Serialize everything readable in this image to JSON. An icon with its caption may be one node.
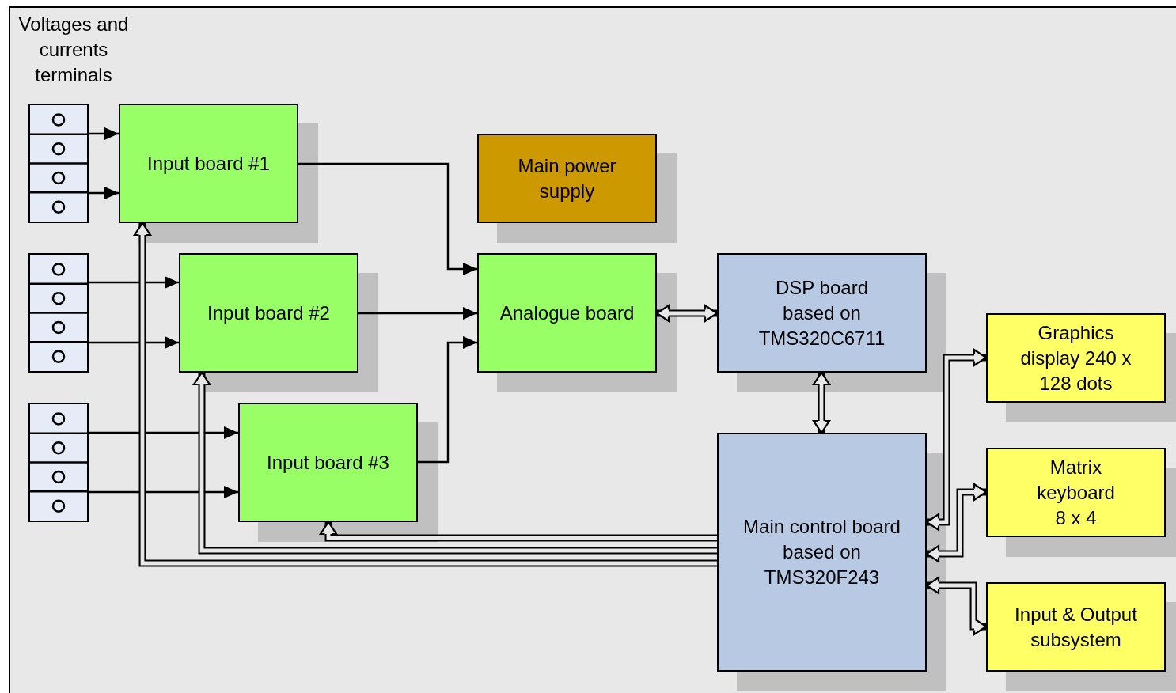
{
  "diagram": {
    "nodes": [
      {
        "text": [],
        "shape": "box"
      },
      {
        "text": [],
        "shape": "box"
      },
      {
        "text": [],
        "shape": "box"
      },
      {
        "text": [
          "Input board #1"
        ]
      },
      {
        "text": [
          "Input board #2"
        ]
      },
      {
        "text": [
          "Input board #3"
        ]
      },
      {
        "text": [
          "Main power supply"
        ]
      },
      {
        "text": [
          "Analogue board"
        ]
      },
      {
        "text": [
          "DSP board based on TMS320C6711"
        ]
      },
      {
        "text": [
          "Main control board based on TMS320F243"
        ]
      },
      {
        "text": [
          "Graphics display 240 x 128 dots"
        ]
      },
      {
        "text": [
          "Matrix keyboard 8 x 4"
        ]
      },
      {
        "text": [
          "Input & Output subsystem"
        ]
      }
    ],
    "edges": [
      {
        "from": 0,
        "to": 3,
        "arrow": "to"
      },
      {
        "from": 0,
        "to": 3,
        "arrow": "to"
      },
      {
        "from": 1,
        "to": 4,
        "arrow": "to"
      },
      {
        "from": 1,
        "to": 4,
        "arrow": "to"
      },
      {
        "from": 2,
        "to": 5,
        "arrow": "to"
      },
      {
        "from": 2,
        "to": 5,
        "arrow": "to"
      },
      {
        "from": 3,
        "to": 7,
        "arrow": "to"
      },
      {
        "from": 4,
        "to": 7,
        "arrow": "to"
      },
      {
        "from": 5,
        "to": 7,
        "arrow": "to"
      },
      {
        "from": 7,
        "to": 8,
        "arrow": "both",
        "style": "thick"
      },
      {
        "from": 8,
        "to": 9,
        "arrow": "both",
        "style": "thick"
      },
      {
        "from": 9,
        "to": 3,
        "arrow": "to",
        "style": "thick"
      },
      {
        "from": 9,
        "to": 4,
        "arrow": "to",
        "style": "thick"
      },
      {
        "from": 9,
        "to": 5,
        "arrow": "to",
        "style": "thick"
      },
      {
        "from": 9,
        "to": 10,
        "arrow": "both",
        "style": "thick"
      },
      {
        "from": 9,
        "to": 11,
        "arrow": "both",
        "style": "thick"
      },
      {
        "from": 9,
        "to": 12,
        "arrow": "both",
        "style": "thick"
      }
    ],
    "labels": [
      "Voltages and currents terminals"
    ]
  }
}
